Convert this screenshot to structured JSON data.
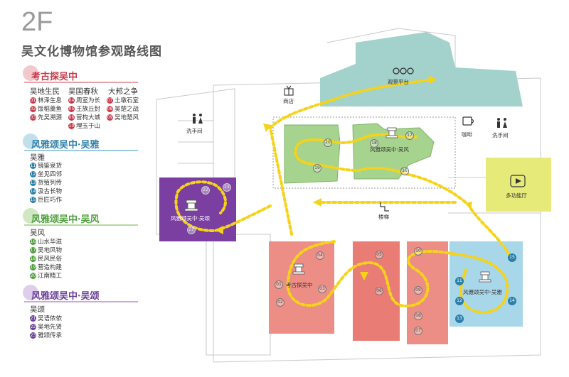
{
  "header": {
    "floor": "2F",
    "title": "吴文化博物馆参观路线图"
  },
  "colors": {
    "archaeology": "#c9394a",
    "yashi": "#2b7fa8",
    "fengshi": "#4e9e3c",
    "songshi": "#6a3d99",
    "path": "#f5d31a"
  },
  "legend": {
    "archaeology": {
      "title": "考古探吴中",
      "subs": [
        "吴地生民",
        "吴国春秋",
        "大邦之争"
      ],
      "items": [
        {
          "n": "01",
          "t": "林泽生息"
        },
        {
          "n": "04",
          "t": "周室为长"
        },
        {
          "n": "07",
          "t": "土墩石室"
        },
        {
          "n": "02",
          "t": "饭稻羹鱼"
        },
        {
          "n": "05",
          "t": "王族丘封"
        },
        {
          "n": "08",
          "t": "吴楚之战"
        },
        {
          "n": "03",
          "t": "先吴溯源"
        },
        {
          "n": "06",
          "t": "营构大城"
        },
        {
          "n": "09",
          "t": "吴地楚风"
        },
        {
          "n": "10",
          "t": "埋玉于山"
        }
      ]
    },
    "yashi": {
      "title": "风雅颂吴中·吴雅",
      "sub": "吴雅",
      "items": [
        {
          "n": "11",
          "t": "镜鉴泉货"
        },
        {
          "n": "12",
          "t": "坐见四邻"
        },
        {
          "n": "13",
          "t": "货殖列传"
        },
        {
          "n": "14",
          "t": "汲古长物"
        },
        {
          "n": "15",
          "t": "巨匠巧作"
        }
      ]
    },
    "fengshi": {
      "title": "风雅颂吴中·吴风",
      "sub": "吴风",
      "items": [
        {
          "n": "16",
          "t": "山水华滋"
        },
        {
          "n": "17",
          "t": "吴地风物"
        },
        {
          "n": "18",
          "t": "民风民俗"
        },
        {
          "n": "19",
          "t": "营造构建"
        },
        {
          "n": "20",
          "t": "江南精工"
        }
      ]
    },
    "songshi": {
      "title": "风雅颂吴中·吴颂",
      "sub": "吴颂",
      "items": [
        {
          "n": "21",
          "t": "吴语侬侬"
        },
        {
          "n": "22",
          "t": "吴地先贤"
        },
        {
          "n": "23",
          "t": "雅颂传承"
        }
      ]
    }
  },
  "map": {
    "labels": {
      "observation": "观景平台",
      "shop": "商店",
      "washroom_left": "洗手间",
      "washroom_right": "洗手间",
      "cafe": "咖啡",
      "multi": "多功能厅",
      "stairs": "楼梯",
      "hall_feng": "风雅颂吴中·吴风",
      "hall_song": "风雅颂吴中·吴颂",
      "hall_arch": "考古探吴中",
      "hall_ya": "风雅颂吴中·吴雅"
    },
    "badges": {
      "song": [
        "22",
        "23",
        "21"
      ],
      "feng": [
        "20",
        "19",
        "18",
        "17",
        "16"
      ],
      "arch": [
        "01",
        "02",
        "03",
        "04",
        "05",
        "06",
        "07",
        "08",
        "09",
        "10"
      ],
      "ya": [
        "11",
        "12",
        "13",
        "14",
        "15"
      ]
    }
  }
}
